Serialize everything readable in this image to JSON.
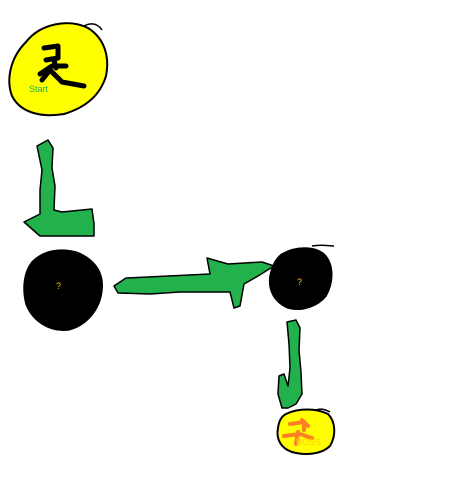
{
  "diagram": {
    "nodes": [
      {
        "id": "start",
        "label": "Start",
        "kind": "start",
        "fill": "#ffff00",
        "label_color": "#22b14c"
      },
      {
        "id": "mystery1",
        "label": "?",
        "kind": "unknown",
        "fill": "#000000",
        "label_color": "#ffc90e"
      },
      {
        "id": "mystery2",
        "label": "?",
        "kind": "unknown",
        "fill": "#000000",
        "label_color": "#ffc90e"
      },
      {
        "id": "boss",
        "label": "BOSS",
        "kind": "boss",
        "fill": "#ffff00",
        "label_color": "#ffc90e"
      }
    ],
    "edges": [
      {
        "from": "start",
        "to": "mystery1",
        "color": "#22b14c"
      },
      {
        "from": "mystery1",
        "to": "mystery2",
        "color": "#22b14c"
      },
      {
        "from": "mystery2",
        "to": "boss",
        "color": "#22b14c"
      }
    ],
    "colors": {
      "background": "#ffffff",
      "outline": "#000000",
      "path": "#22b14c",
      "player_figure": "#000000",
      "boss_figure": "#ff7f27"
    },
    "icons": {
      "player": "stick-figure-icon",
      "boss": "boss-figure-icon"
    }
  }
}
